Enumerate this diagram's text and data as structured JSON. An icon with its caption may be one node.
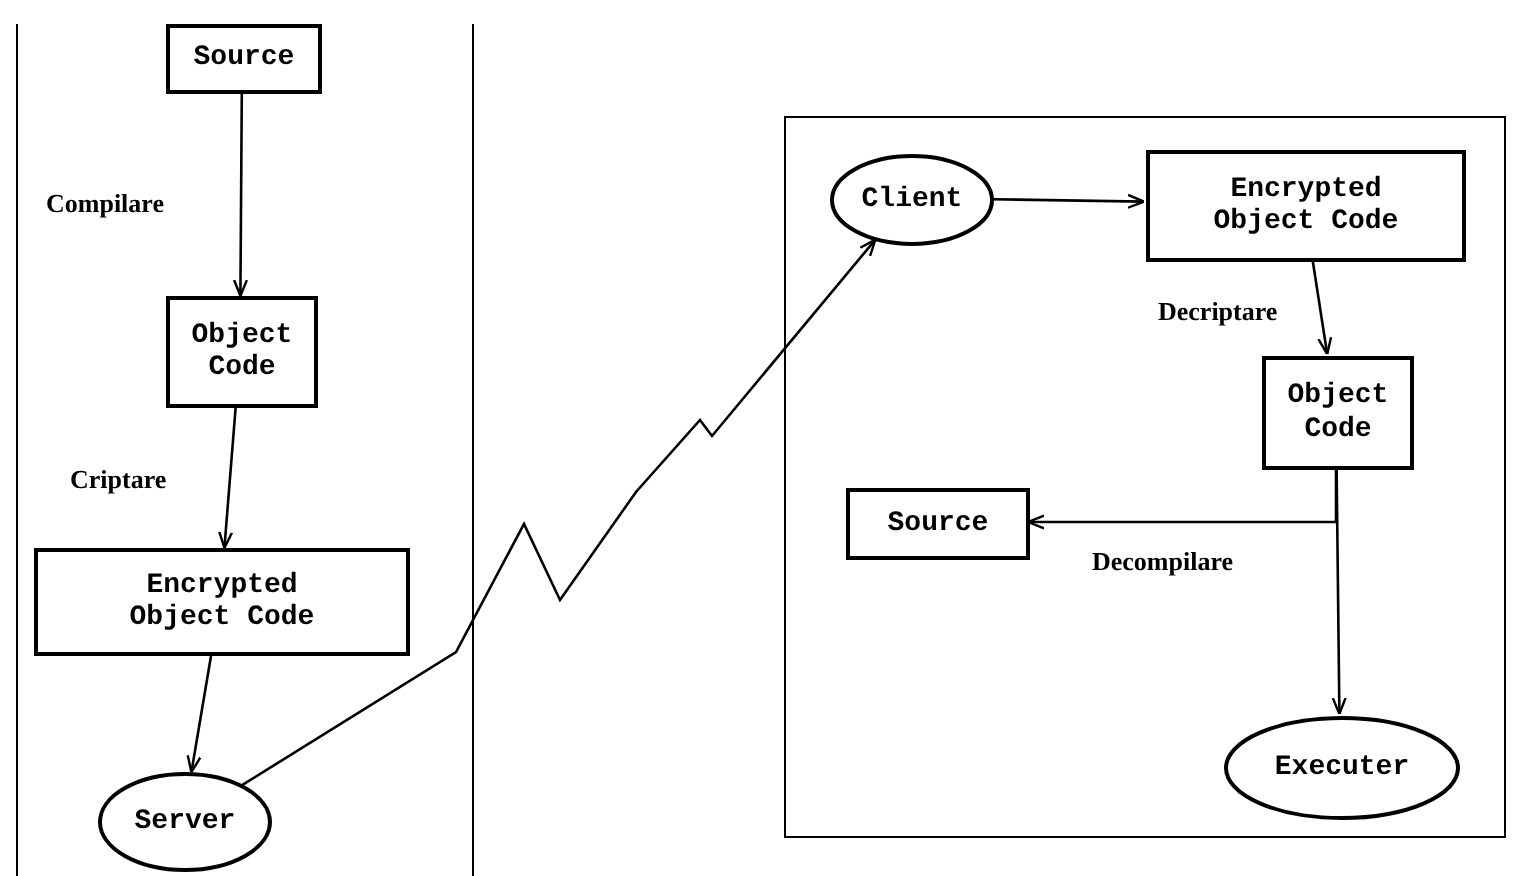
{
  "diagram": {
    "nodes": [
      {
        "text": [],
        "shape": "box"
      },
      {
        "text": [
          "Source"
        ],
        "in": 0
      },
      {
        "text": [
          "Object Code"
        ],
        "in": 0
      },
      {
        "text": [
          "Encrypted Object Code"
        ],
        "in": 0
      },
      {
        "text": [
          "Server"
        ],
        "in": 0
      },
      {
        "text": [],
        "shape": "box"
      },
      {
        "text": [
          "Client"
        ],
        "in": 5
      },
      {
        "text": [
          "Encrypted Object Code"
        ],
        "in": 5
      },
      {
        "text": [
          "Object Code"
        ],
        "in": 5
      },
      {
        "text": [
          "Source"
        ],
        "in": 5
      },
      {
        "text": [
          "Executer"
        ],
        "in": 5
      }
    ],
    "edges": [
      {
        "from": 1,
        "to": 2,
        "arrow": "to",
        "label": "Compilare"
      },
      {
        "from": 2,
        "to": 3,
        "arrow": "to",
        "label": "Criptare"
      },
      {
        "from": 3,
        "to": 4,
        "arrow": "to"
      },
      {
        "from": 4,
        "to": 6,
        "arrow": "to"
      },
      {
        "from": 6,
        "to": 7,
        "arrow": "to"
      },
      {
        "from": 7,
        "to": 8,
        "arrow": "to",
        "label": "Decriptare"
      },
      {
        "from": 8,
        "to": 9,
        "arrow": "to",
        "label": "Decompilare"
      },
      {
        "from": 8,
        "to": 10,
        "arrow": "to"
      }
    ]
  }
}
